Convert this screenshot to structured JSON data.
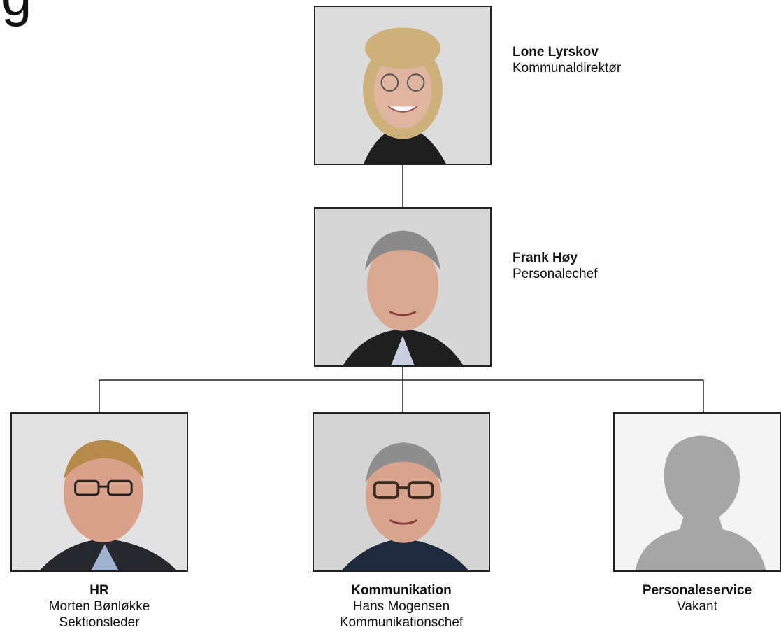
{
  "header": {
    "title_fragment": "g"
  },
  "org": {
    "director": {
      "name": "Lone Lyrskov",
      "title": "Kommunaldirektør"
    },
    "manager": {
      "name": "Frank Høy",
      "title": "Personalechef"
    },
    "units": [
      {
        "unit": "HR",
        "name": "Morten Bønløkke",
        "title": "Sektionsleder"
      },
      {
        "unit": "Kommunikation",
        "name": "Hans Mogensen",
        "title": "Kommunikationschef"
      },
      {
        "unit": "Personaleservice",
        "name": "Vakant",
        "title": ""
      }
    ]
  },
  "icons": {
    "director_photo": "person-photo-icon",
    "manager_photo": "person-photo-icon",
    "unit_photo": "person-photo-icon",
    "vacant_photo": "placeholder-silhouette-icon"
  },
  "colors": {
    "line": "#222222",
    "photo_bg": "#d9d9d9",
    "silhouette": "#a6a6a6"
  }
}
